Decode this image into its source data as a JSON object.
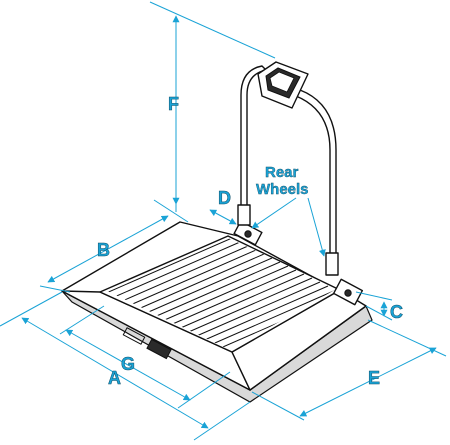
{
  "dimensions": {
    "a": "A",
    "b": "B",
    "c": "C",
    "d": "D",
    "e": "E",
    "f": "F",
    "g": "G"
  },
  "callout": {
    "line1": "Rear",
    "line2": "Wheels"
  },
  "colors": {
    "accent": "#1aa3d6",
    "outline": "#111111"
  }
}
